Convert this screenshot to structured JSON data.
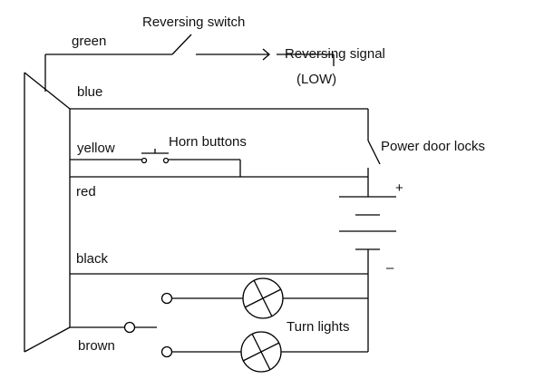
{
  "diagram": {
    "title": "Steering column switch wiring",
    "wire_labels": {
      "green": "green",
      "blue": "blue",
      "yellow": "yellow",
      "red": "red",
      "black": "black",
      "brown": "brown"
    },
    "component_labels": {
      "reversing_switch": "Reversing switch",
      "reversing_signal": "Reversing signal",
      "reversing_signal_level": "(LOW)",
      "horn_buttons": "Horn buttons",
      "power_door_locks": "Power door locks",
      "turn_lights": "Turn lights",
      "battery_positive": "+",
      "battery_negative": "–"
    },
    "stroke_color": "#000000",
    "background_color": "#ffffff"
  }
}
